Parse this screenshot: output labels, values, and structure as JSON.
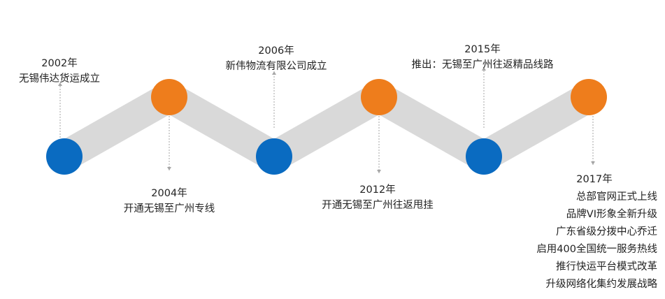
{
  "colors": {
    "band": "#d9d9d9",
    "node_blue": "#0a6bc1",
    "node_orange": "#ee7d1c",
    "connector": "#a6a6a6"
  },
  "milestones": [
    {
      "year": "2002年",
      "events": [
        "无锡伟达货运成立"
      ],
      "node_color": "blue"
    },
    {
      "year": "2004年",
      "events": [
        "开通无锡至广州专线"
      ],
      "node_color": "orange"
    },
    {
      "year": "2006年",
      "events": [
        "新伟物流有限公司成立"
      ],
      "node_color": "blue"
    },
    {
      "year": "2012年",
      "events": [
        "开通无锡至广州往返甩挂"
      ],
      "node_color": "orange"
    },
    {
      "year": "2015年",
      "events": [
        "推出：无锡至广州往返精品线路"
      ],
      "node_color": "blue"
    },
    {
      "year": "2017年",
      "events": [
        "总部官网正式上线",
        "品牌VI形象全新升级",
        "广东省级分拨中心乔迁",
        "启用400全国统一服务热线",
        "推行快运平台模式改革",
        "升级网络化集约发展战略"
      ],
      "node_color": "orange"
    }
  ]
}
